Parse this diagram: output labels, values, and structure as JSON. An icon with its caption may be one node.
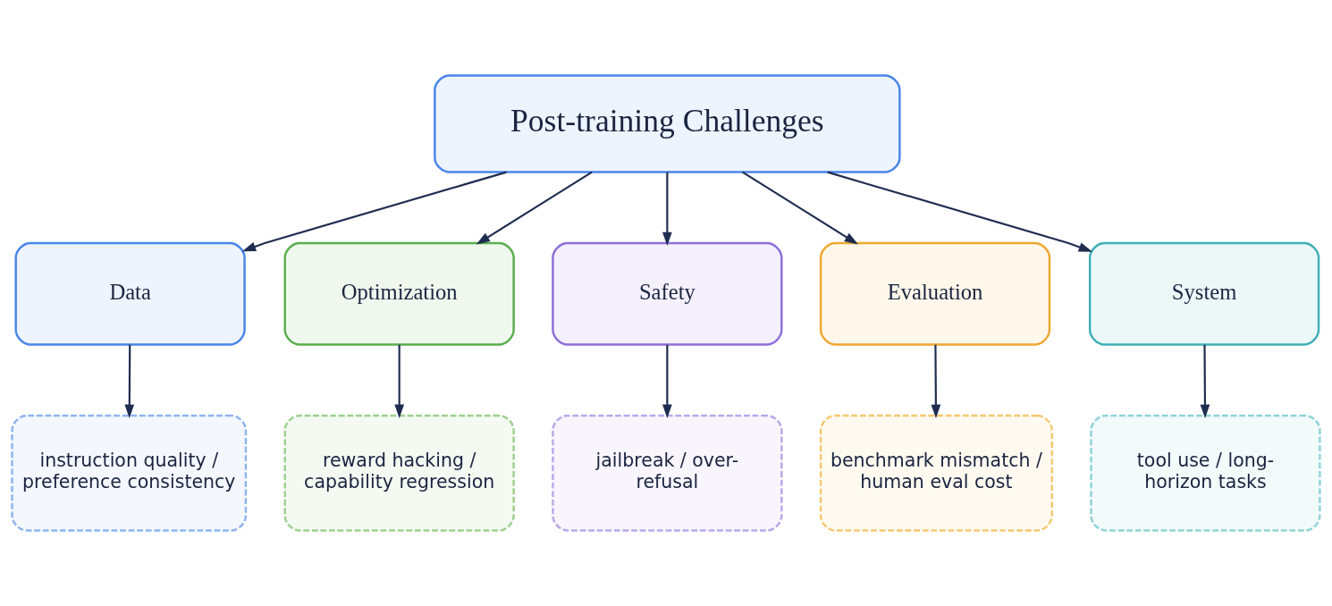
{
  "diagram": {
    "nodes": [
      {
        "text": [
          "Post-training Challenges"
        ]
      },
      {
        "text": [
          "Data"
        ]
      },
      {
        "text": [
          "Optimization"
        ]
      },
      {
        "text": [
          "Safety"
        ]
      },
      {
        "text": [
          "Evaluation"
        ]
      },
      {
        "text": [
          "System"
        ]
      },
      {
        "text": [
          "instruction quality / preference consistency"
        ]
      },
      {
        "text": [
          "reward hacking / capability regression"
        ]
      },
      {
        "text": [
          "jailbreak / over-refusal"
        ]
      },
      {
        "text": [
          "benchmark mismatch / human eval cost"
        ]
      },
      {
        "text": [
          "tool use / long-horizon tasks"
        ]
      }
    ],
    "edges": [
      {
        "from": 0,
        "to": 1,
        "arrow": "to"
      },
      {
        "from": 0,
        "to": 2,
        "arrow": "to"
      },
      {
        "from": 0,
        "to": 3,
        "arrow": "to"
      },
      {
        "from": 0,
        "to": 4,
        "arrow": "to"
      },
      {
        "from": 0,
        "to": 5,
        "arrow": "to"
      },
      {
        "from": 1,
        "to": 6,
        "arrow": "to"
      },
      {
        "from": 2,
        "to": 7,
        "arrow": "to"
      },
      {
        "from": 3,
        "to": 8,
        "arrow": "to"
      },
      {
        "from": 4,
        "to": 9,
        "arrow": "to"
      },
      {
        "from": 5,
        "to": 10,
        "arrow": "to"
      }
    ]
  }
}
